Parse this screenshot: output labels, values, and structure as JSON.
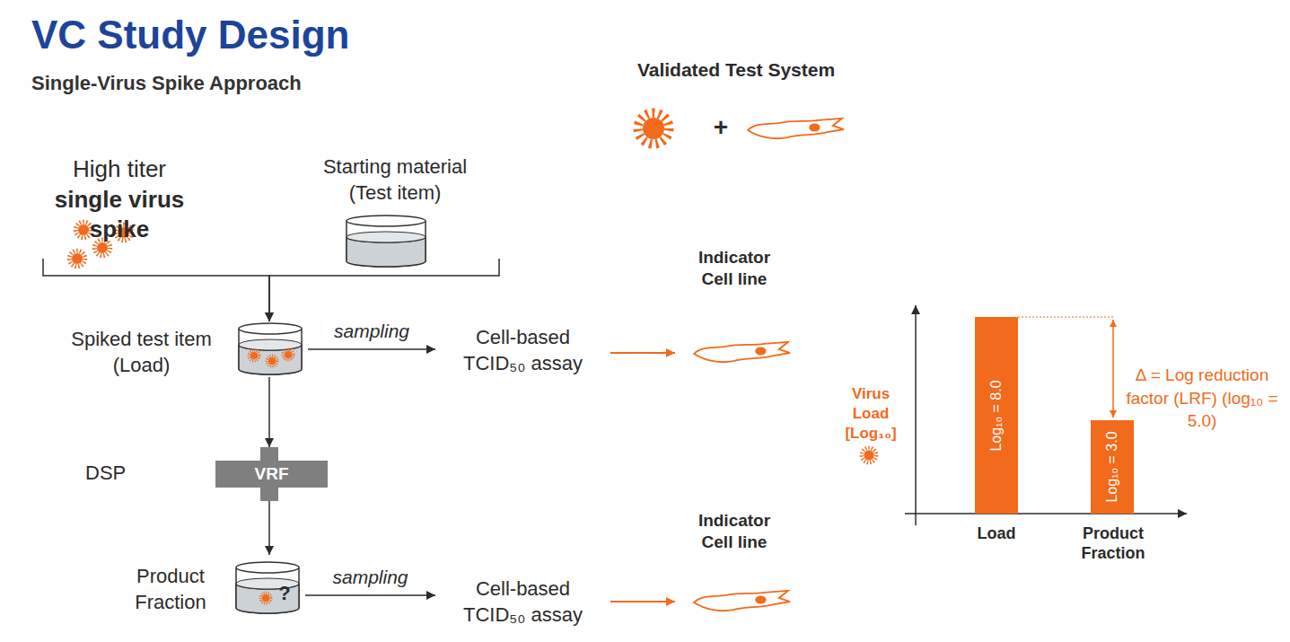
{
  "diagram": {
    "title": "VC Study Design",
    "nodes": [
      {
        "text": [
          "High titer",
          "single virus spike"
        ]
      },
      {
        "text": [
          "Starting material (Test item)"
        ]
      },
      {
        "text": [
          "Spiked test item (Load)"
        ]
      },
      {
        "text": [
          "Cell-based TCID₅₀ assay"
        ]
      },
      {
        "text": [
          "Indicator Cell line"
        ]
      },
      {
        "text": [
          "DSP",
          "VRF"
        ]
      },
      {
        "text": [
          "Product Fraction",
          "?"
        ]
      },
      {
        "text": [
          "Cell-based TCID₅₀ assay"
        ]
      },
      {
        "text": [
          "Indicator Cell line"
        ]
      },
      {
        "text": [
          "Log₁₀ = 8.0"
        ]
      },
      {
        "text": [
          "Log₁₀ = 3.0"
        ]
      }
    ],
    "edges": [
      {
        "from": 0,
        "to": 2,
        "arrow": "to"
      },
      {
        "from": 1,
        "to": 2,
        "arrow": "to"
      },
      {
        "from": 2,
        "to": 3,
        "label": "sampling",
        "arrow": "to"
      },
      {
        "from": 3,
        "to": 4,
        "arrow": "to"
      },
      {
        "from": 2,
        "to": 5,
        "arrow": "to"
      },
      {
        "from": 5,
        "to": 6,
        "arrow": "to"
      },
      {
        "from": 6,
        "to": 7,
        "label": "sampling",
        "arrow": "to"
      },
      {
        "from": 7,
        "to": 8,
        "arrow": "to"
      }
    ],
    "labels": [
      "Single-Virus Spike Approach",
      "Validated Test System",
      "+",
      "Virus Load [Log₁₀]",
      "Load",
      "Product Fraction",
      "Δ = Log reduction factor (LRF) (log₁₀ = 5.0)"
    ]
  }
}
